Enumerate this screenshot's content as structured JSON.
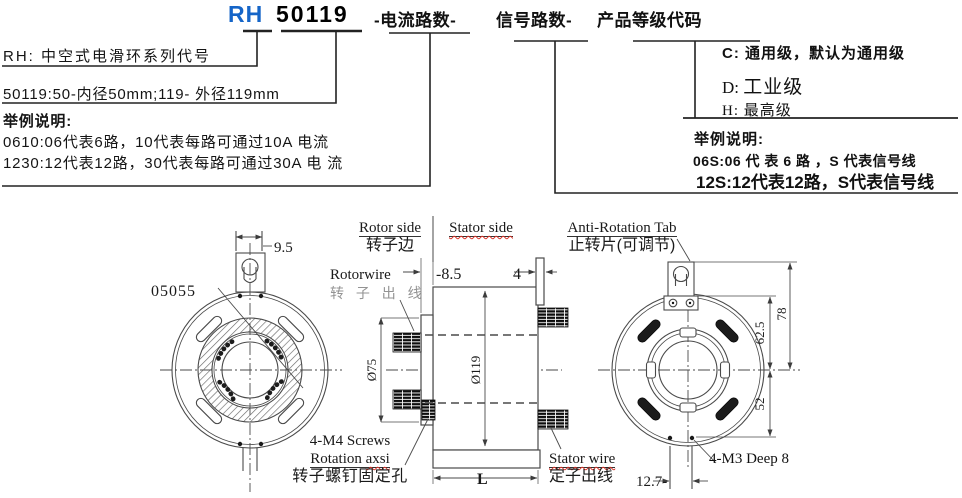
{
  "title": {
    "series_code": "RH",
    "model_code": "50119",
    "current_label": "-电流路数-",
    "signal_label": "信号路数-",
    "grade_label": "产品等级代码"
  },
  "notes": {
    "series_desc": "RH: 中空式电滑环系列代号",
    "model_desc": "50119:50-内径50mm;119- 外径119mm",
    "current_examples": {
      "heading": "举例说明:",
      "ex1": "0610:06代表6路，10代表每路可通过10A 电流",
      "ex2": "1230:12代表12路，30代表每路可通过30A 电 流"
    },
    "grades": {
      "c": "C: 通用级，默认为通用级",
      "d_code": "D:",
      "d_name": "工业级",
      "h": "H: 最高级"
    },
    "signal_examples": {
      "heading": "举例说明:",
      "ex1": "06S:06 代 表 6 路 ，S 代表信号线",
      "ex2": "12S:12代表12路，S代表信号线"
    }
  },
  "drawing": {
    "left_view": {
      "tab_width": "9.5",
      "bore_label": "05055"
    },
    "side_view": {
      "rotor_side_en": "Rotor side",
      "rotor_side_cn": "转子边",
      "stator_side_en": "Stator side",
      "rotorwire_en": "Rotorwire",
      "rotorwire_cn": "转 子 出 线",
      "flange_thickness": "-8.5",
      "tab_thickness": "4",
      "rotor_dia": "Ø75",
      "stator_dia": "Ø119",
      "length_label": "L",
      "m4_line1": "4-M4 Screws",
      "m4_line2a": "Rotation",
      "m4_line2b": "axsi",
      "m4_line3": "转子螺钉固定孔",
      "stator_wire_en": "Stator wire",
      "stator_wire_cn": "定子出线"
    },
    "right_view": {
      "anti_rotation_en": "Anti-Rotation Tab",
      "anti_rotation_cn": "止转片(可调节)",
      "dim_center_to_tab": "62.5",
      "dim_center_to_tab_top": "78",
      "dim_center_to_holes": "52",
      "dim_hole_spacing": "12.7-",
      "m3_label": "4-M3 Deep 8"
    }
  },
  "colors": {
    "accent_blue": "#1565c8",
    "line": "#3c3c3c",
    "squiggle": "#d93025"
  }
}
